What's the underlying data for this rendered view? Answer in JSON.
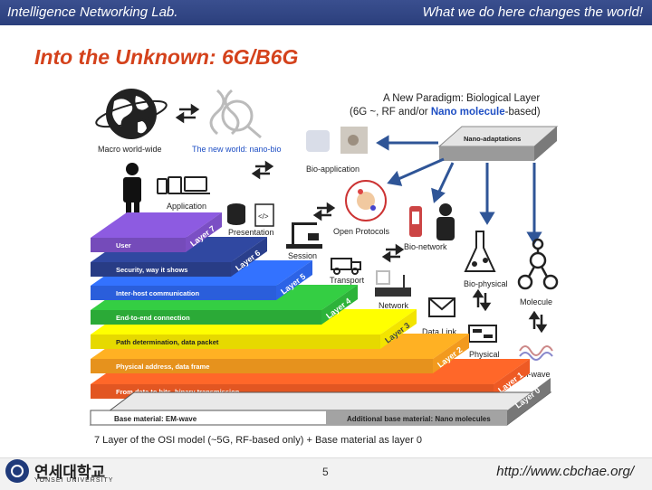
{
  "header": {
    "lab_name": "Intelligence Networking Lab.",
    "tagline": "What we do here changes the world!"
  },
  "slide": {
    "title": "Into the Unknown: 6G/B6G",
    "page_number": "5",
    "url": "http://www.cbchae.org/",
    "caption": "7 Layer of the OSI model (~5G, RF-based only) + Base material as layer 0"
  },
  "footer": {
    "university_ko": "연세대학교",
    "university_en": "YONSEI UNIVERSITY"
  },
  "paradigm": {
    "line1": "A New Paradigm: Biological Layer",
    "line2_prefix": "(6G ~, RF and/or ",
    "line2_highlight": "Nano molecule",
    "line2_suffix": "-based)",
    "nano_box": "Nano-adaptations"
  },
  "icons_labels": {
    "macro": "Macro world-wide",
    "nano_world": "The new world: nano-bio",
    "bio_application": "Bio-application",
    "application": "Application",
    "presentation": "Presentation",
    "session": "Session",
    "open_protocols": "Open Protocols",
    "bio_network": "Bio-network",
    "transport": "Transport",
    "network": "Network",
    "bio_physical": "Bio-physical",
    "molecule": "Molecule",
    "data_link": "Data Link",
    "physical": "Physical",
    "em_wave": "EM-wave"
  },
  "layers": [
    {
      "desc": "User",
      "tag": "Layer 7",
      "color": "#7b4fc4"
    },
    {
      "desc": "Security, way it shows",
      "tag": "Layer 6",
      "color": "#2a3f8c"
    },
    {
      "desc": "Inter-host communication",
      "tag": "Layer 5",
      "color": "#2c63e6"
    },
    {
      "desc": "End-to-end connection",
      "tag": "Layer 4",
      "color": "#2db33a"
    },
    {
      "desc": "Path determination, data packet",
      "tag": "Layer 3",
      "color": "#f2e400"
    },
    {
      "desc": "Physical address, data frame",
      "tag": "Layer 2",
      "color": "#f29a1e"
    },
    {
      "desc": "From data to bits, binary transmission",
      "tag": "Layer 1",
      "color": "#ee5a24"
    }
  ],
  "base_layer": {
    "desc": "Base material: EM-wave",
    "extra": "Additional base material: Nano molecules",
    "tag": "Layer 0"
  },
  "colors": {
    "title": "#d4421c",
    "header_bar": "#2b3f7c",
    "arrow": "#2f5597",
    "highlight_text": "#1f4fc4"
  }
}
